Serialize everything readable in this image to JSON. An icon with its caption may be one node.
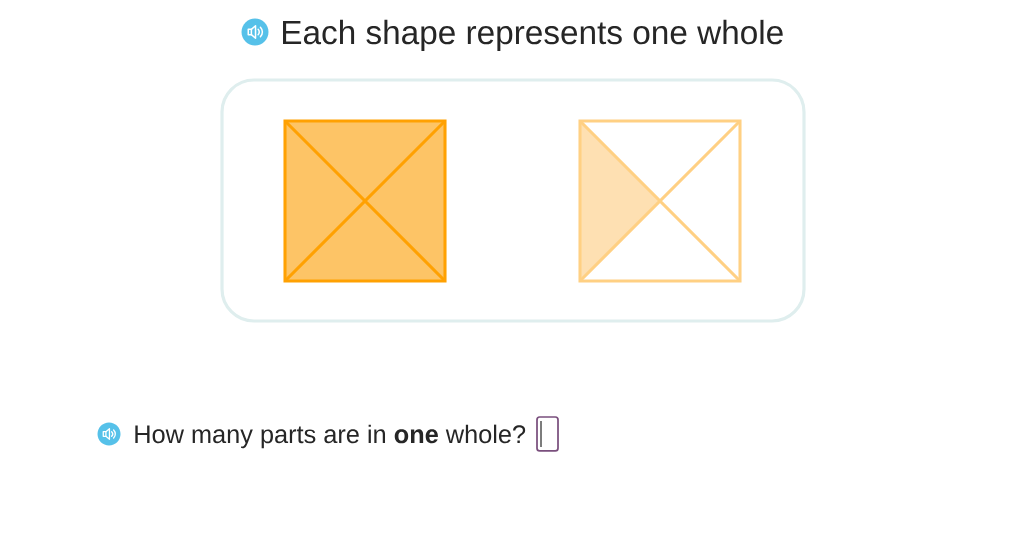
{
  "diagram": {
    "title": "Each shape represents one whole",
    "nodes": [
      {
        "text": [],
        "shape": "box"
      },
      {
        "text": [],
        "shape": "picture",
        "in": 0
      },
      {
        "text": [],
        "shape": "picture",
        "in": 0
      }
    ],
    "labels": [
      "How many parts are in **one** whole?"
    ]
  }
}
